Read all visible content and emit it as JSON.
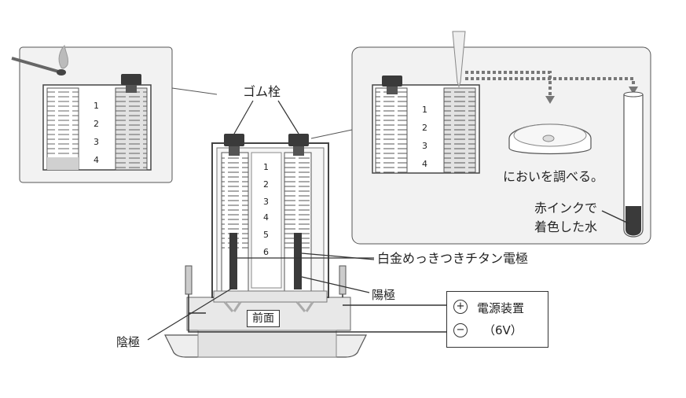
{
  "labels": {
    "rubber_stopper": "ゴム栓",
    "electrode": "白金めっきつきチタン電極",
    "anode": "陽極",
    "cathode": "陰極",
    "front": "前面",
    "power_supply": "電源装置",
    "voltage": "（6V）",
    "plus_symbol": "+",
    "minus_symbol": "−",
    "smell": "においを調べる。",
    "red_ink_1": "赤インクで",
    "red_ink_2": "着色した水"
  },
  "scale_numbers": [
    "1",
    "2",
    "3",
    "4",
    "5",
    "6"
  ],
  "colors": {
    "stroke": "#333333",
    "panel_fill": "#f2f2f2",
    "dark": "#3a3a3a",
    "water": "#d8d8d8"
  }
}
